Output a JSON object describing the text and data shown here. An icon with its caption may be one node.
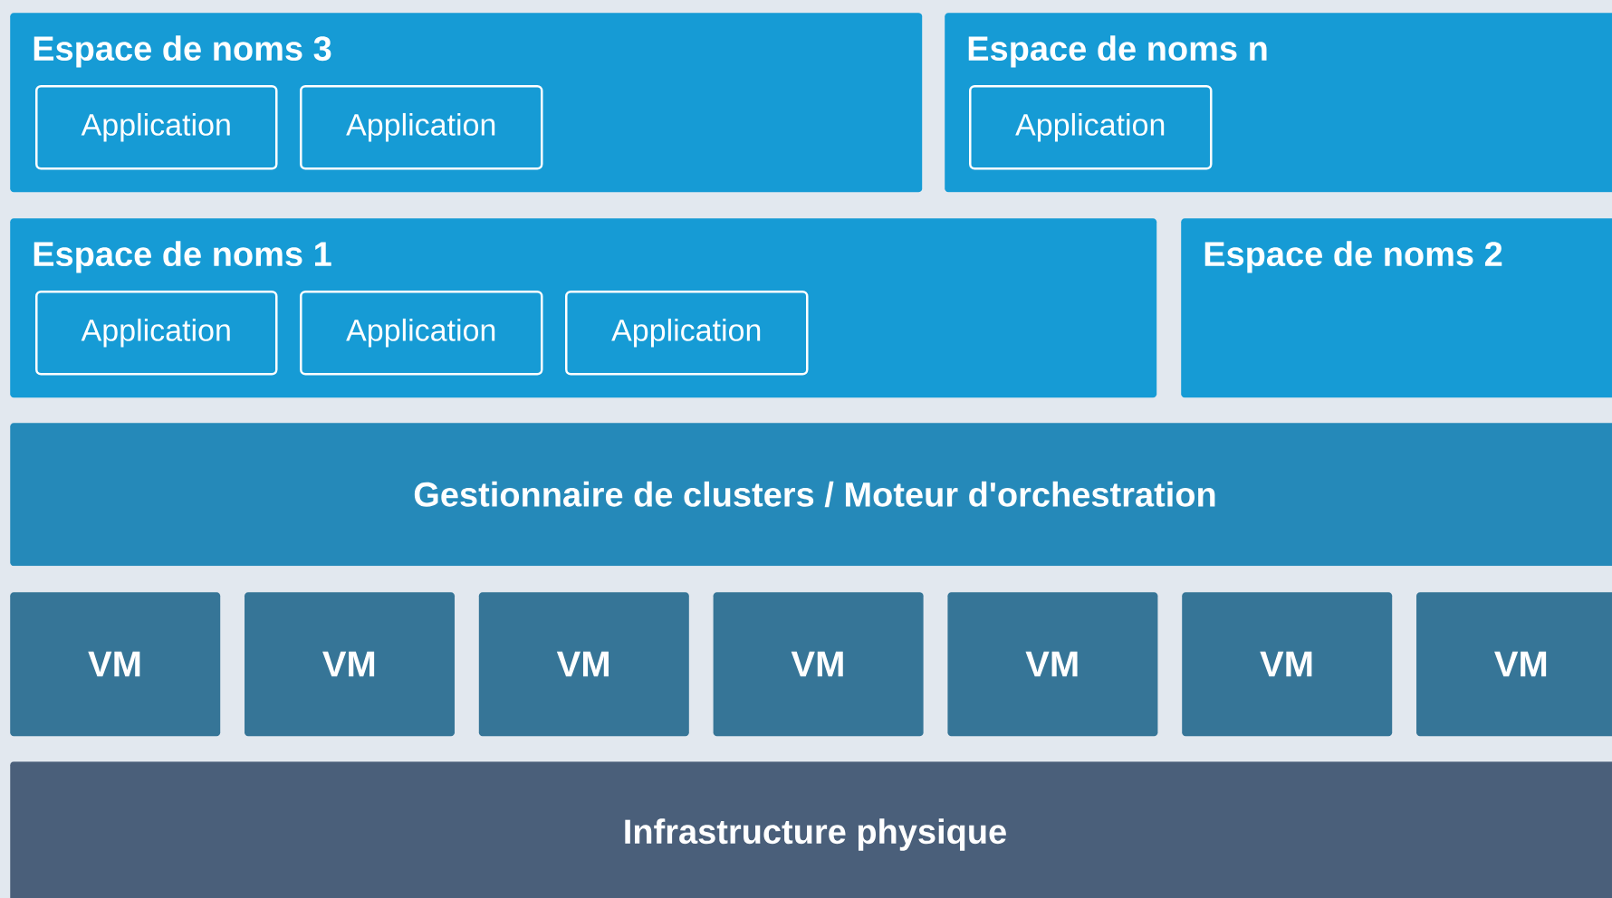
{
  "diagram": {
    "nodes": [
      {
        "text": [
          "Espace de noms 3"
        ]
      },
      {
        "text": [
          "Application"
        ],
        "in": 0
      },
      {
        "text": [
          "Application"
        ],
        "in": 0
      },
      {
        "text": [
          "Espace de noms n"
        ]
      },
      {
        "text": [
          "Application"
        ],
        "in": 3
      },
      {
        "text": [
          "Espace de noms 1"
        ]
      },
      {
        "text": [
          "Application"
        ],
        "in": 5
      },
      {
        "text": [
          "Application"
        ],
        "in": 5
      },
      {
        "text": [
          "Application"
        ],
        "in": 5
      },
      {
        "text": [
          "Espace de noms 2"
        ]
      },
      {
        "text": [
          "Gestionnaire de clusters / Moteur d'orchestration"
        ]
      },
      {
        "text": [
          "VM"
        ]
      },
      {
        "text": [
          "VM"
        ]
      },
      {
        "text": [
          "VM"
        ]
      },
      {
        "text": [
          "VM"
        ]
      },
      {
        "text": [
          "VM"
        ]
      },
      {
        "text": [
          "VM"
        ]
      },
      {
        "text": [
          "VM"
        ]
      },
      {
        "text": [
          "Infrastructure physique"
        ]
      }
    ]
  }
}
